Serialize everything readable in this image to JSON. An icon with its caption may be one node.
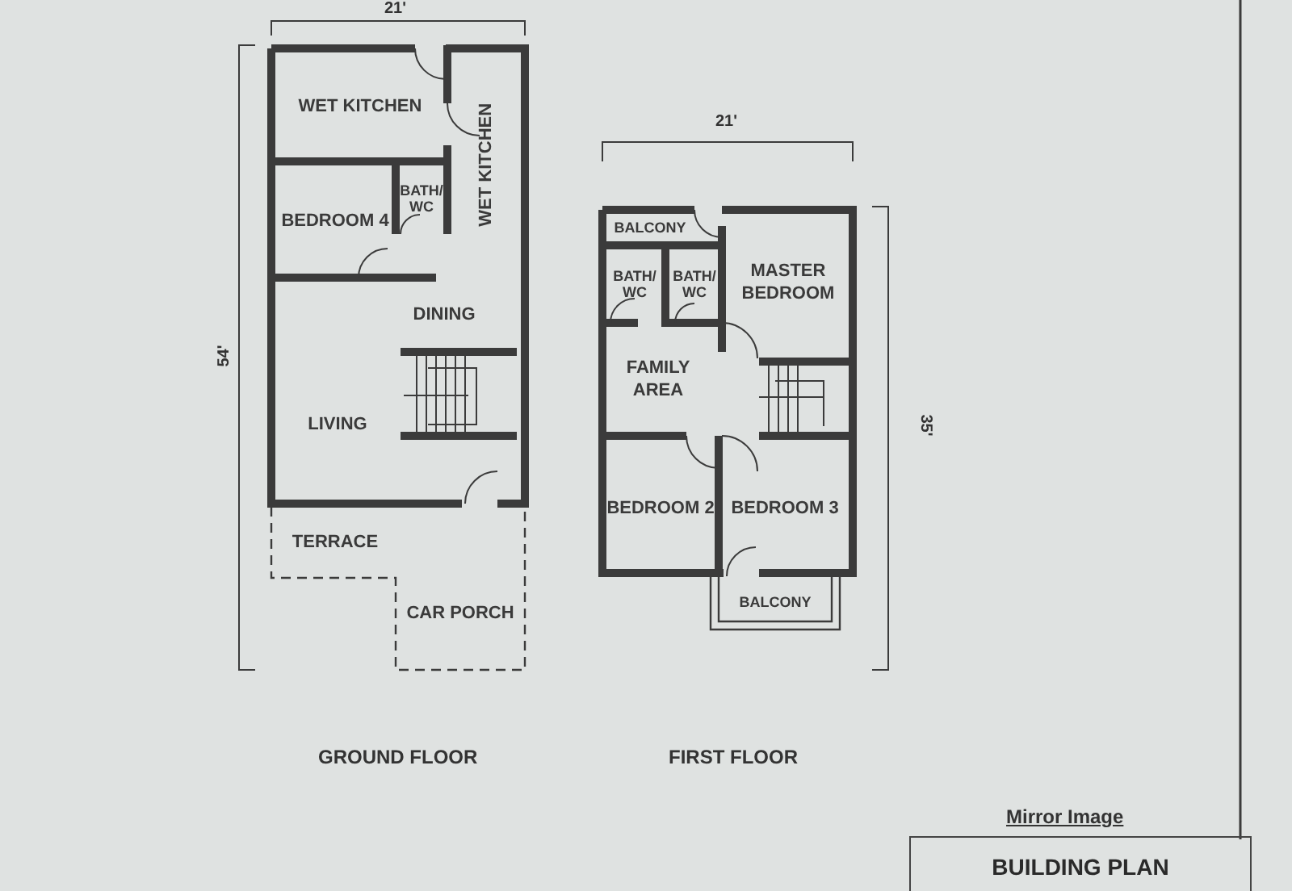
{
  "diagram": {
    "nodes": [
      {
        "text": [
          "WET KITCHEN"
        ]
      },
      {
        "text": [
          "WET KITCHEN"
        ]
      },
      {
        "text": [
          "BEDROOM 4"
        ]
      },
      {
        "text": [
          "BATH/ WC"
        ]
      },
      {
        "text": [
          "DINING"
        ]
      },
      {
        "text": [
          "LIVING"
        ]
      },
      {
        "text": [
          "TERRACE"
        ]
      },
      {
        "text": [
          "CAR PORCH"
        ]
      },
      {
        "text": [
          "BALCONY"
        ]
      },
      {
        "text": [
          "BATH/ WC"
        ]
      },
      {
        "text": [
          "BATH/ WC"
        ]
      },
      {
        "text": [
          "MASTER BEDROOM"
        ]
      },
      {
        "text": [
          "FAMILY AREA"
        ]
      },
      {
        "text": [
          "BEDROOM 2"
        ]
      },
      {
        "text": [
          "BEDROOM 3"
        ]
      },
      {
        "text": [
          "BALCONY"
        ]
      },
      {
        "text": [
          "BUILDING PLAN"
        ],
        "beside": [
          "Mirror Image"
        ]
      }
    ],
    "labels": [
      "21'",
      "54'",
      "21'",
      "35'",
      "GROUND FLOOR",
      "FIRST FLOOR"
    ]
  }
}
